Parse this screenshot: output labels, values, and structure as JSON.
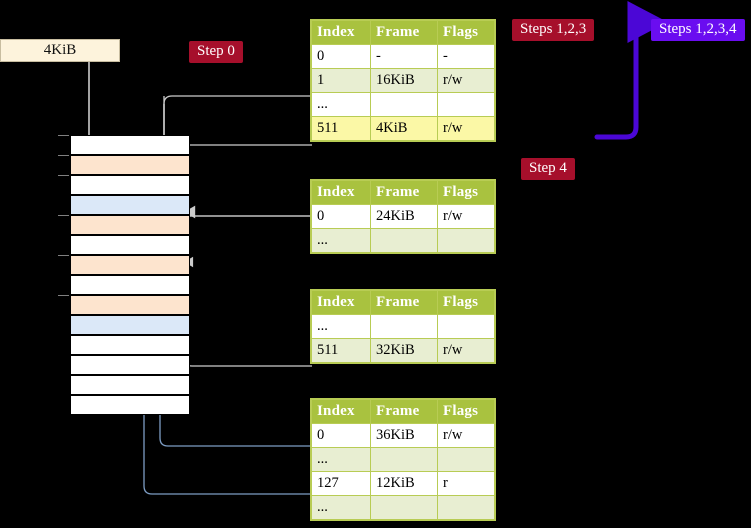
{
  "labels": {
    "page_size_box": "4KiB",
    "step0": "Step 0",
    "steps123": "Steps 1,2,3",
    "steps1234": "Steps 1,2,3,4",
    "step4": "Step 4"
  },
  "colors": {
    "table_header": "#a9c23f",
    "table_row_tint": "#e8eed2",
    "highlight": "#fbf8a6",
    "crimson_badge": "#a60f2b",
    "violet_badge": "#6a0df0",
    "violet_arrow": "#4b07d6",
    "blue_connector": "#7d9dc4",
    "gray_connector": "#c9c9c9",
    "mem_peach": "#fde4ce",
    "mem_blue": "#dbe8f8",
    "mem_white": "#ffffff",
    "page_box_fill": "#fdf3dc"
  },
  "tables": [
    {
      "name": "pml4-table",
      "headers": [
        "Index",
        "Frame",
        "Flags"
      ],
      "rows": [
        {
          "cells": [
            "0",
            "-",
            "-"
          ],
          "tint": false,
          "highlight": false
        },
        {
          "cells": [
            "1",
            "16KiB",
            "r/w"
          ],
          "tint": true,
          "highlight": false
        },
        {
          "cells": [
            "...",
            "",
            ""
          ],
          "tint": false,
          "highlight": false
        },
        {
          "cells": [
            "511",
            "4KiB",
            "r/w"
          ],
          "tint": true,
          "highlight": true
        }
      ]
    },
    {
      "name": "pdp-table",
      "headers": [
        "Index",
        "Frame",
        "Flags"
      ],
      "rows": [
        {
          "cells": [
            "0",
            "24KiB",
            "r/w"
          ],
          "tint": false,
          "highlight": false
        },
        {
          "cells": [
            "...",
            "",
            ""
          ],
          "tint": true,
          "highlight": false
        }
      ]
    },
    {
      "name": "pd-table",
      "headers": [
        "Index",
        "Frame",
        "Flags"
      ],
      "rows": [
        {
          "cells": [
            "...",
            "",
            ""
          ],
          "tint": false,
          "highlight": false
        },
        {
          "cells": [
            "511",
            "32KiB",
            "r/w"
          ],
          "tint": true,
          "highlight": false
        }
      ]
    },
    {
      "name": "pt-table",
      "headers": [
        "Index",
        "Frame",
        "Flags"
      ],
      "rows": [
        {
          "cells": [
            "0",
            "36KiB",
            "r/w"
          ],
          "tint": false,
          "highlight": false
        },
        {
          "cells": [
            "...",
            "",
            ""
          ],
          "tint": true,
          "highlight": false
        },
        {
          "cells": [
            "127",
            "12KiB",
            "r"
          ],
          "tint": false,
          "highlight": false
        },
        {
          "cells": [
            "...",
            "",
            ""
          ],
          "tint": true,
          "highlight": false
        }
      ]
    }
  ],
  "memory_column": {
    "name": "physical-memory-frames",
    "rows": [
      {
        "fill": "white",
        "tick": true
      },
      {
        "fill": "peach",
        "tick": true
      },
      {
        "fill": "white",
        "tick": true
      },
      {
        "fill": "blue",
        "tick": false
      },
      {
        "fill": "peach",
        "tick": true
      },
      {
        "fill": "white",
        "tick": false
      },
      {
        "fill": "peach",
        "tick": true
      },
      {
        "fill": "white",
        "tick": false
      },
      {
        "fill": "peach",
        "tick": true
      },
      {
        "fill": "blue",
        "tick": false
      },
      {
        "fill": "white",
        "tick": false
      },
      {
        "fill": "white",
        "tick": false
      },
      {
        "fill": "white",
        "tick": false
      },
      {
        "fill": "white",
        "tick": false
      }
    ]
  }
}
